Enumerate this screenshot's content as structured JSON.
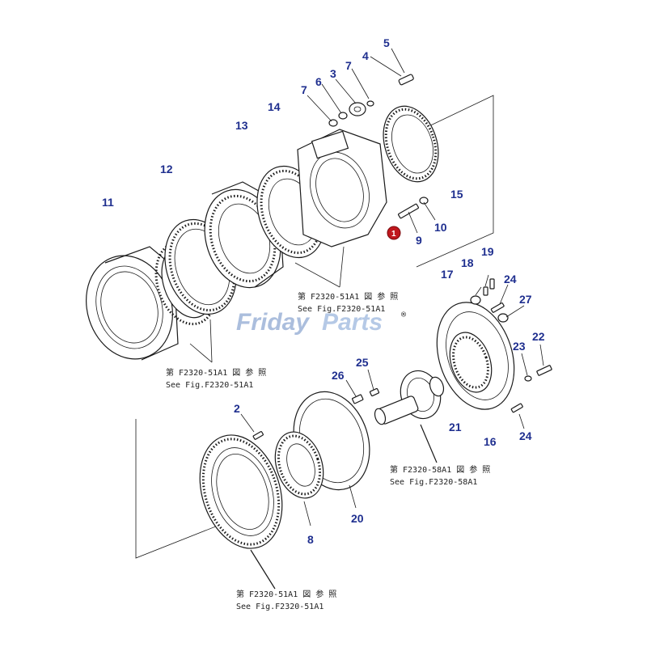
{
  "watermark": {
    "word1": "Friday",
    "word2": "Parts",
    "mark": "®"
  },
  "callouts": {
    "p1": "1",
    "p2": "2",
    "p3": "3",
    "p4": "4",
    "p5": "5",
    "p6": "6",
    "p7a": "7",
    "p7b": "7",
    "p8": "8",
    "p9": "9",
    "p10": "10",
    "p11": "11",
    "p12": "12",
    "p13": "13",
    "p14": "14",
    "p15": "15",
    "p16": "16",
    "p17": "17",
    "p18": "18",
    "p19": "19",
    "p20": "20",
    "p21": "21",
    "p22": "22",
    "p23": "23",
    "p24a": "24",
    "p24b": "24",
    "p25": "25",
    "p26": "26",
    "p27": "27"
  },
  "references": {
    "ref_top_jp": "第 F2320-51A1 図 参 照",
    "ref_top_en": "See Fig.F2320-51A1",
    "ref_left_jp": "第 F2320-51A1 図 参 照",
    "ref_left_en": "See Fig.F2320-51A1",
    "ref_mid_jp": "第 F2320-58A1 図 参 照",
    "ref_mid_en": "See Fig.F2320-58A1",
    "ref_bot_jp": "第 F2320-51A1 図 参 照",
    "ref_bot_en": "See Fig.F2320-51A1"
  },
  "colors": {
    "callout": "#1f2f8f",
    "badge": "#c0171d",
    "watermark": "#9db3d8"
  }
}
